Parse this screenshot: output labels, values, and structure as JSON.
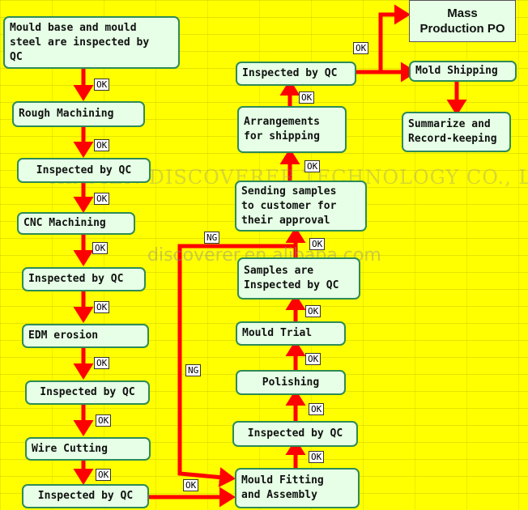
{
  "steps_left": [
    "Mould base and mould\nsteel are inspected by\nQC",
    "Rough Machining",
    "Inspected by QC",
    "CNC Machining",
    "Inspected by QC",
    "EDM erosion",
    "Inspected by QC",
    "Wire Cutting",
    "Inspected by QC"
  ],
  "steps_right": [
    "Mould Fitting\nand Assembly",
    "Inspected by QC",
    "Polishing",
    "Mould Trial",
    "Samples are\nInspected by QC",
    "Sending samples\nto customer for\ntheir approval",
    "Arrangements\nfor shipping",
    "Inspected by QC"
  ],
  "steps_final": {
    "mass_production": "Mass\nProduction PO",
    "mold_shipping": "Mold Shipping",
    "summarize": "Summarize and\nRecord-keeping"
  },
  "labels": {
    "ok": "OK",
    "ng": "NG"
  },
  "watermarks": {
    "company": "XIAMEN DISCOVERER TECHNOLOGY CO., LTD.",
    "site": "discoverer.en.alibaba.com"
  },
  "colors": {
    "background": "#FFFF00",
    "box_fill": "#E6FFE6",
    "box_border": "#2E8B57",
    "arrow": "#FF0000"
  }
}
